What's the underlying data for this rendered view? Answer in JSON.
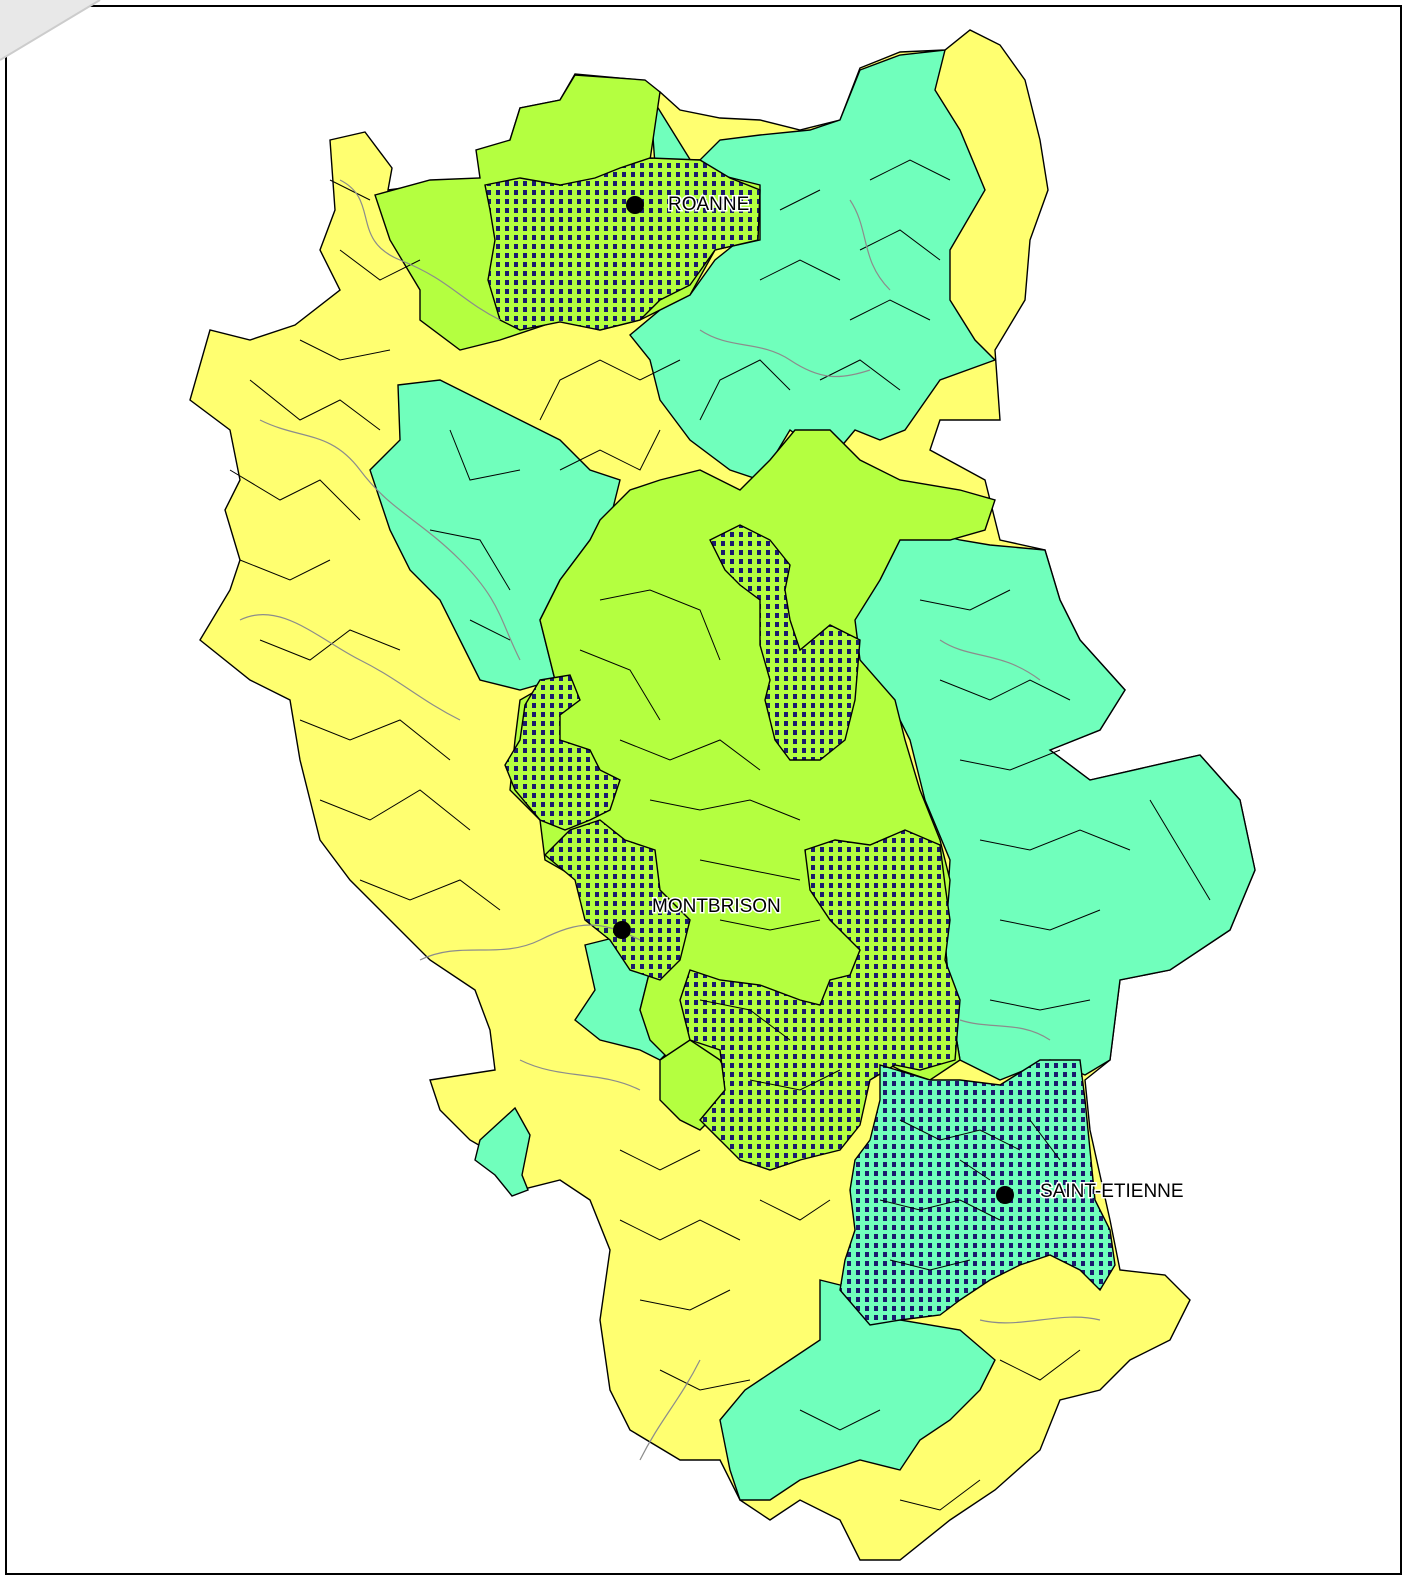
{
  "map": {
    "cities": [
      {
        "id": "roanne",
        "name": "ROANNE"
      },
      {
        "id": "montbrison",
        "name": "MONTBRISON"
      },
      {
        "id": "saint-etienne",
        "name": "SAINT-ETIENNE"
      }
    ],
    "colors": {
      "yellow_zone": "#ffff70",
      "green_zone": "#b4ff40",
      "teal_zone": "#70ffbc",
      "urban_pattern": "#1a1a6e",
      "river": "#8c8c8c",
      "border": "#000000"
    }
  }
}
